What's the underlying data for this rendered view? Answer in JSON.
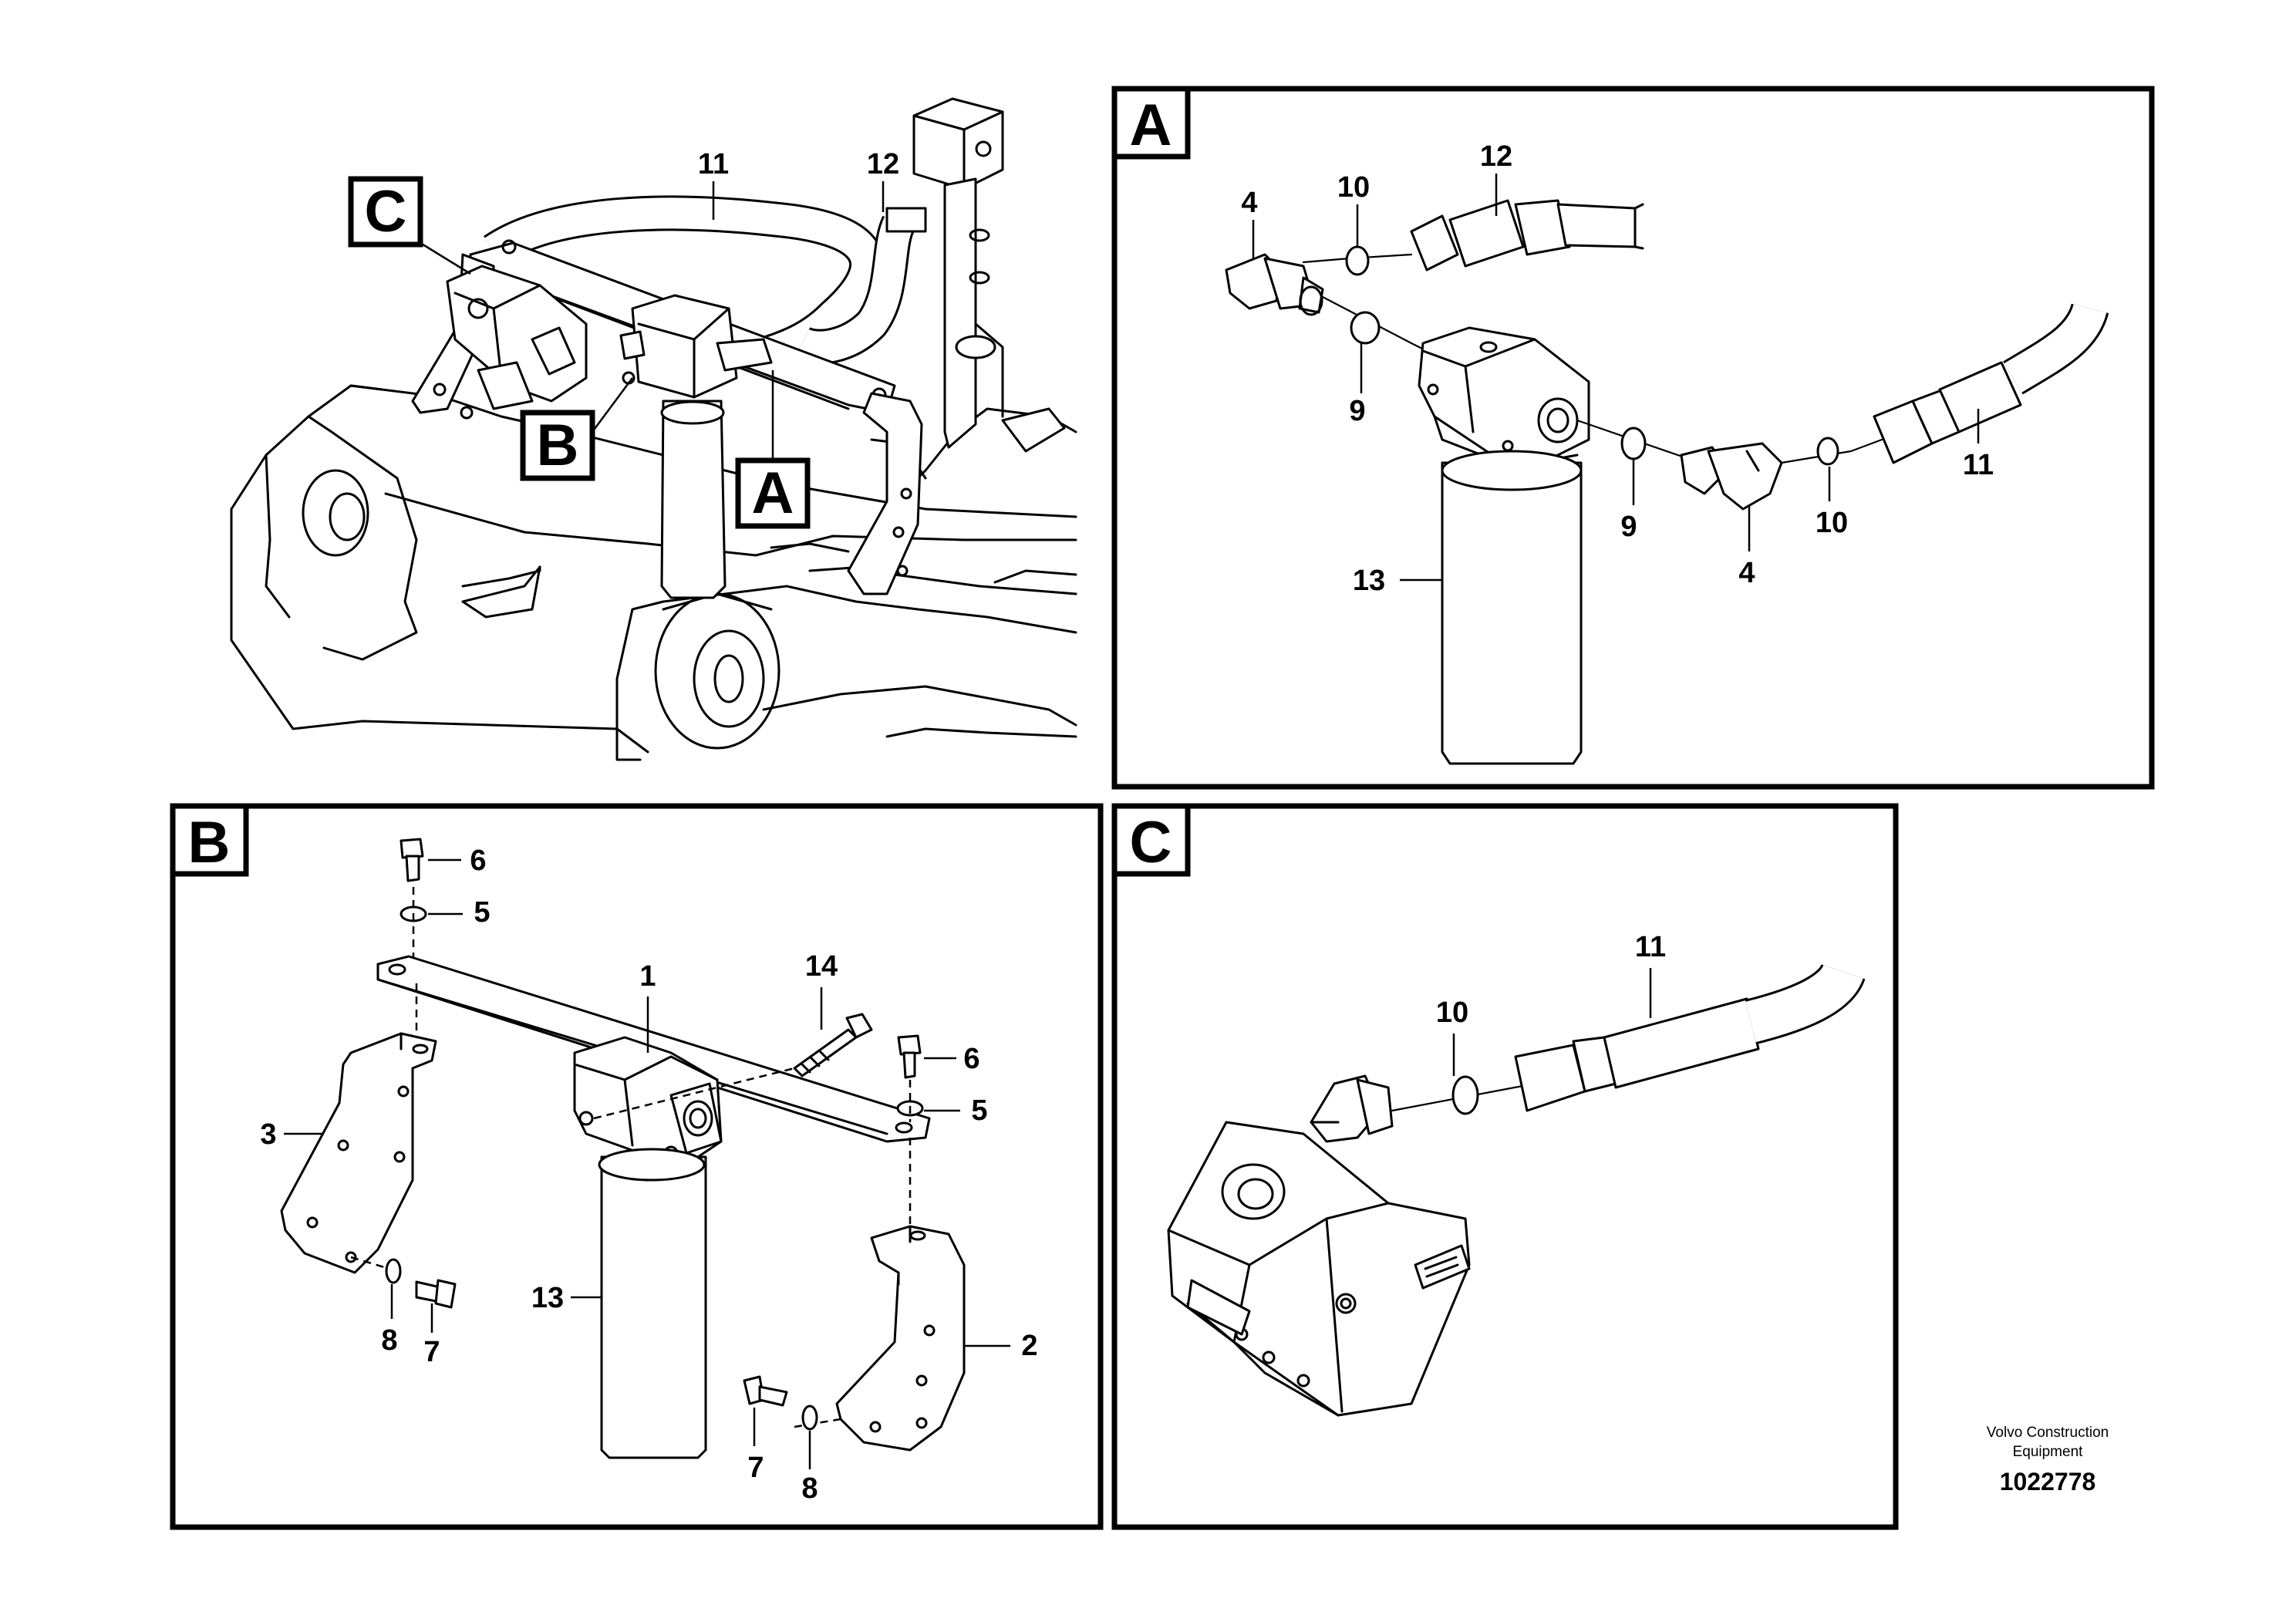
{
  "views": {
    "main": {
      "labels": {
        "hose_return": "11",
        "hose_pressure": "12"
      }
    },
    "A": {
      "letter": "A",
      "labels": {
        "adapter_left": "4",
        "oring_top": "10",
        "hose_top": "12",
        "oring_left": "9",
        "filter": "13",
        "oring_right": "9",
        "adapter_right": "4",
        "oring_right2": "10",
        "hose_right": "11"
      }
    },
    "B": {
      "letter": "B",
      "labels": {
        "screw_top_left": "6",
        "washer_top_left": "5",
        "filter_head": "1",
        "long_screw": "14",
        "screw_right": "6",
        "washer_right": "5",
        "bracket_left": "3",
        "washer_bottom_left": "8",
        "screw_bottom_left": "7",
        "filter_element": "13",
        "bracket_right": "2",
        "screw_bottom_mid": "7",
        "washer_bottom_mid": "8"
      }
    },
    "C": {
      "letter": "C",
      "labels": {
        "hose": "11",
        "oring": "10"
      }
    }
  },
  "footer": {
    "company_line1": "Volvo Construction",
    "company_line2": "Equipment",
    "drawing_number": "1022778"
  }
}
